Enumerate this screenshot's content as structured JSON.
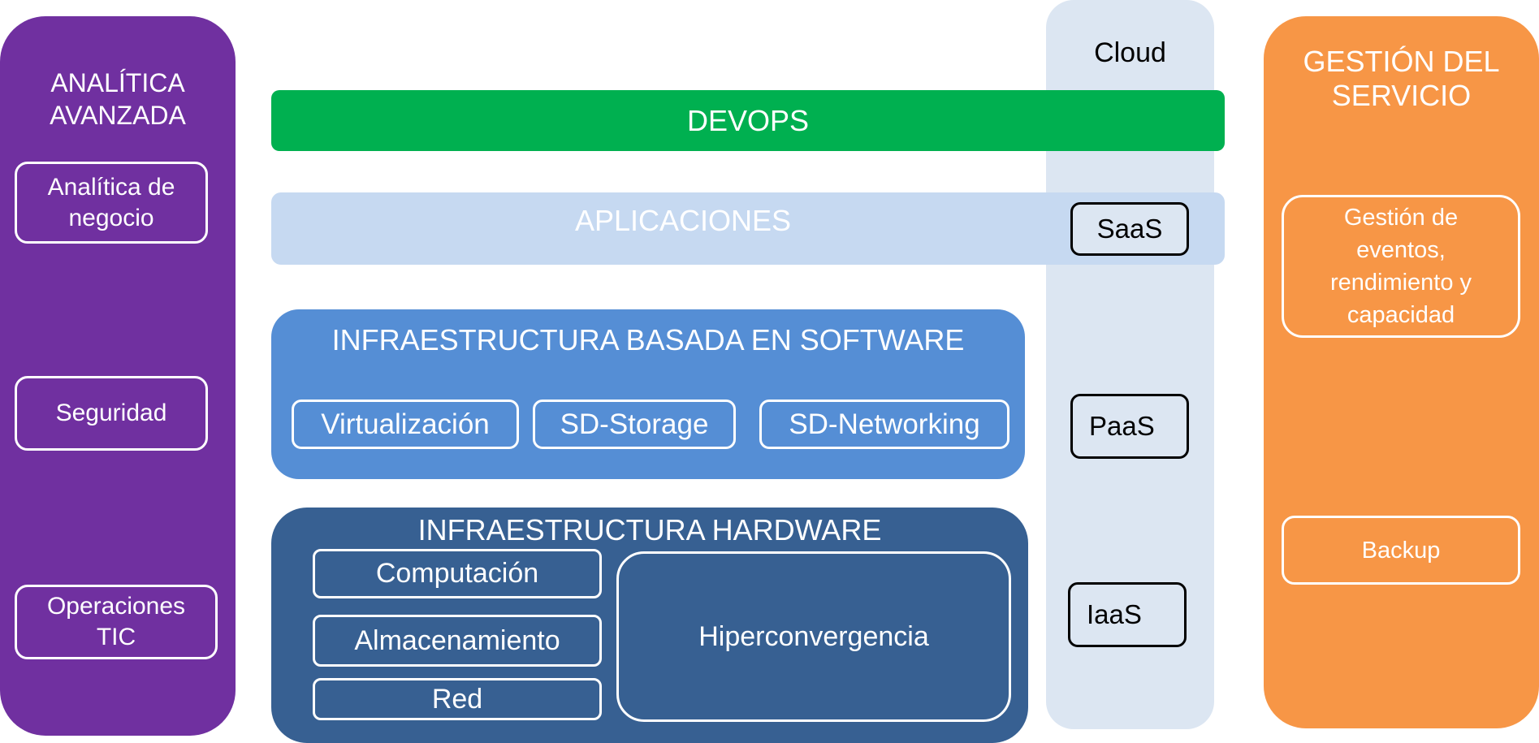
{
  "analytics": {
    "title_line1": "ANALÍTICA",
    "title_line2": "AVANZADA",
    "items": [
      {
        "line1": "Analítica de",
        "line2": "negocio"
      },
      {
        "line1": "Seguridad"
      },
      {
        "line1": "Operaciones",
        "line2": "TIC"
      }
    ],
    "color": "#7030a0"
  },
  "cloud": {
    "title": "Cloud",
    "levels": [
      "SaaS",
      "PaaS",
      "IaaS"
    ],
    "color": "#dce6f2"
  },
  "service_management": {
    "title_line1": "GESTIÓN DEL",
    "title_line2": "SERVICIO",
    "items": [
      {
        "lines": [
          "Gestión de",
          "eventos,",
          "rendimiento y",
          "capacidad"
        ]
      },
      {
        "lines": [
          "Backup"
        ]
      }
    ],
    "color": "#f79646"
  },
  "devops": {
    "label": "DEVOPS",
    "color": "#00b050"
  },
  "applications": {
    "label": "APLICACIONES",
    "color": "#c6d9f1"
  },
  "software_infra": {
    "title": "INFRAESTRUCTURA BASADA EN SOFTWARE",
    "items": [
      "Virtualización",
      "SD-Storage",
      "SD-Networking"
    ],
    "color": "#558ed5"
  },
  "hardware_infra": {
    "title": "INFRAESTRUCTURA HARDWARE",
    "items": [
      "Computación",
      "Almacenamiento",
      "Red"
    ],
    "hyperconvergence": "Hiperconvergencia",
    "color": "#376092"
  }
}
